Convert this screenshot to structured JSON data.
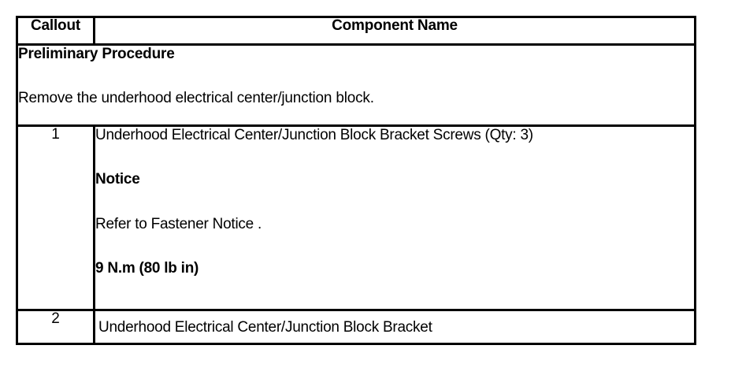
{
  "document": {
    "type": "service-procedure-callout-table",
    "background_color": "#ffffff",
    "text_color": "#000000",
    "border_color": "#000000"
  },
  "table": {
    "headers": {
      "callout": "Callout",
      "component_name": "Component Name"
    },
    "preliminary": {
      "title": "Preliminary Procedure",
      "text": "Remove the underhood electrical center/junction block."
    },
    "rows": [
      {
        "callout": "1",
        "blocks": [
          {
            "text": "Underhood Electrical Center/Junction Block Bracket Screws (Qty: 3)",
            "weight": "normal"
          },
          {
            "text": "Notice",
            "weight": "bold"
          },
          {
            "text": "Refer to Fastener Notice .",
            "weight": "normal"
          },
          {
            "text": "9 N.m (80 lb in)",
            "weight": "bold"
          }
        ]
      },
      {
        "callout": "2",
        "blocks": [
          {
            "text": "Underhood Electrical Center/Junction Block Bracket",
            "weight": "normal"
          }
        ]
      }
    ]
  }
}
